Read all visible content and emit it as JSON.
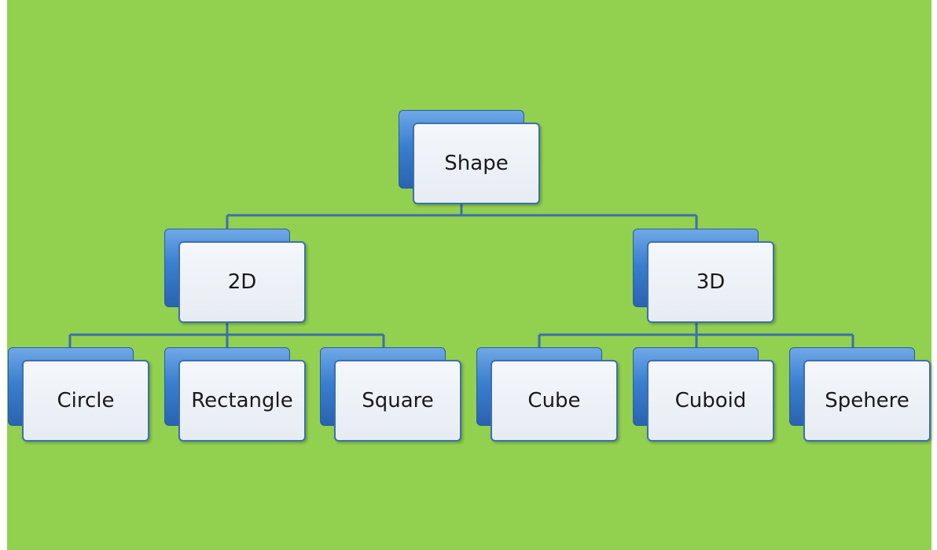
{
  "diagram": {
    "background_color": "#92d050",
    "node_color": "#3a7fd0",
    "connector_color": "#3f6fa6",
    "root": {
      "label": "Shape"
    },
    "branches": [
      {
        "label": "2D",
        "children": [
          "Circle",
          "Rectangle",
          "Square"
        ]
      },
      {
        "label": "3D",
        "children": [
          "Cube",
          "Cuboid",
          "Spehere"
        ]
      }
    ]
  }
}
